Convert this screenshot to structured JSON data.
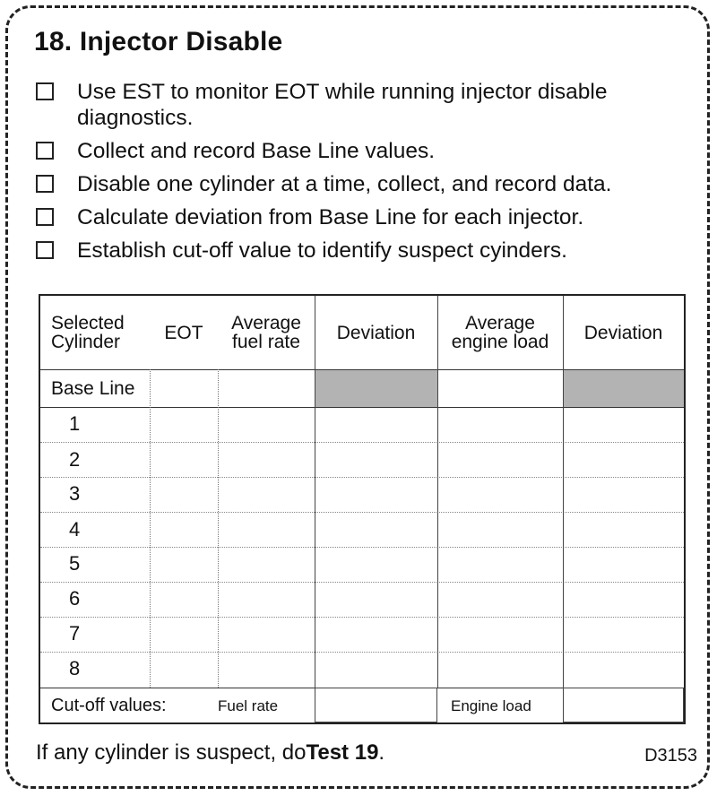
{
  "title": "18.  Injector Disable",
  "checklist": [
    "Use EST to monitor EOT while running injector disable diagnostics.",
    "Collect and record Base Line values.",
    "Disable one cylinder at a time, collect, and record data.",
    "Calculate deviation from Base Line for each injector.",
    "Establish cut-off value to identify suspect cyinders."
  ],
  "table": {
    "headers": [
      "Selected Cylinder",
      "EOT",
      "Average fuel rate",
      "Deviation",
      "Average engine load",
      "Deviation"
    ],
    "base_line_label": "Base Line",
    "rows": [
      "1",
      "2",
      "3",
      "4",
      "5",
      "6",
      "7",
      "8"
    ],
    "cutoff_label": "Cut-off values:",
    "fuel_rate_label": "Fuel rate",
    "engine_load_label": "Engine load",
    "shade_color": "#b3b3b3"
  },
  "footer": {
    "text": "If any cylinder is suspect, do",
    "link": "Test 19",
    "period": "."
  },
  "figure_code": "D3153"
}
